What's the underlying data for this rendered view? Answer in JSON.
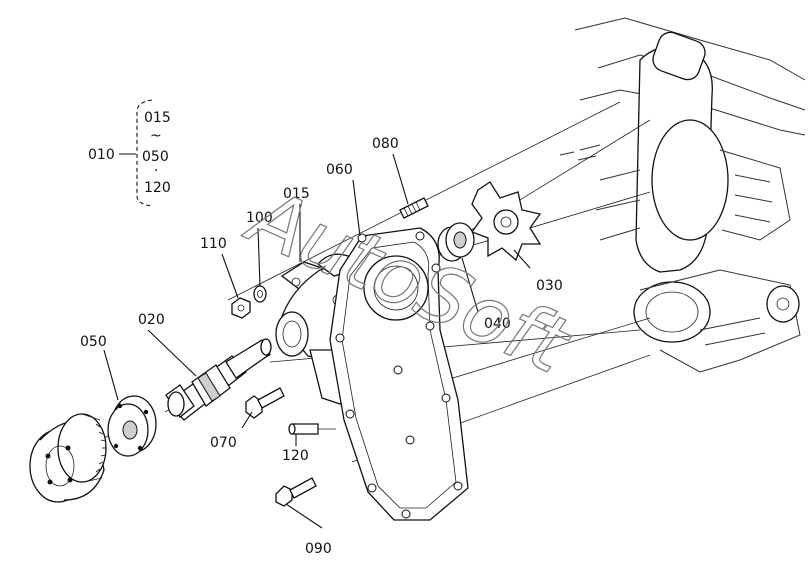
{
  "watermark": "AutoSoft",
  "group": {
    "main": "010",
    "range_start": "015",
    "range_sep": "~",
    "range_mid": "050",
    "range_dot": "·",
    "range_end": "120"
  },
  "labels": {
    "p015": "015",
    "p020": "020",
    "p030": "030",
    "p040": "040",
    "p050": "050",
    "p060": "060",
    "p070": "070",
    "p080": "080",
    "p090": "090",
    "p100": "100",
    "p110": "110",
    "p120": "120"
  }
}
